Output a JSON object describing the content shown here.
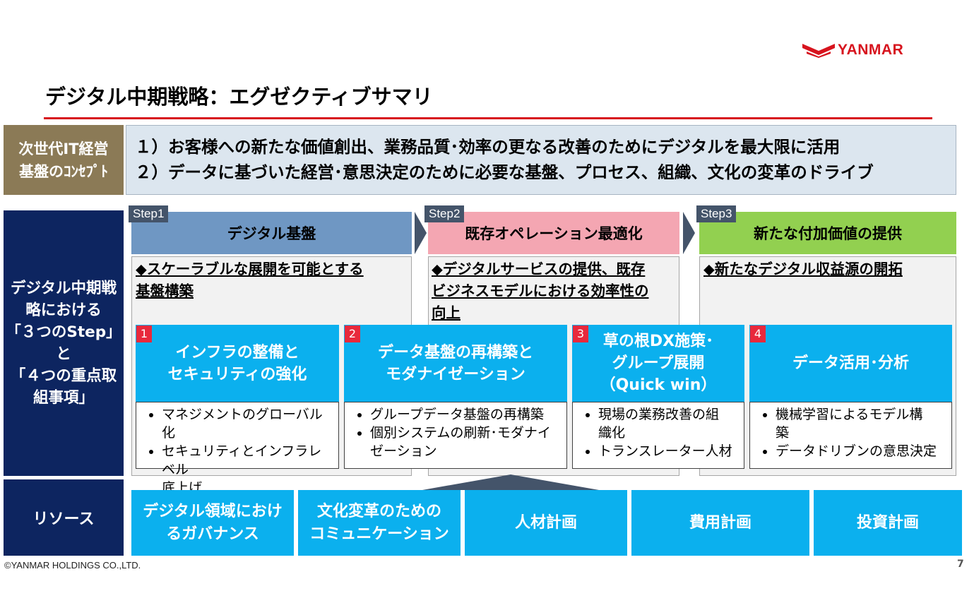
{
  "brand": {
    "logo_text": "YANMAR",
    "accent": "#d7141e"
  },
  "title": "デジタル中期戦略：エグゼクティブサマリ",
  "concept": {
    "label_lines": [
      "次世代IT経営",
      "基盤のｺﾝｾﾌﾟﾄ"
    ],
    "lines": [
      "１）お客様への新たな価値創出、業務品質･効率の更なる改善のためにデジタルを最大限に活用",
      "２）データに基づいた経営･意思決定のために必要な基盤、プロセス、組織、文化の変革のドライブ"
    ]
  },
  "strategy_label_lines": [
    "デジタル中期戦",
    "略における",
    "「３つのStep」",
    "と",
    "「４つの重点取",
    "組事項」"
  ],
  "steps": [
    {
      "tag": "Step1",
      "name": "デジタル基盤",
      "color": "#6f97c3",
      "goal_lines": [
        "◆スケーラブルな展開を可能とする",
        "基盤構築"
      ]
    },
    {
      "tag": "Step2",
      "name": "既存オペレーション最適化",
      "color": "#f4a6b2",
      "goal_lines": [
        "◆デジタルサービスの提供、既存",
        "ビジネスモデルにおける効率性の",
        "向上"
      ]
    },
    {
      "tag": "Step3",
      "name": "新たな付加価値の提供",
      "color": "#92d050",
      "goal_lines": [
        "◆新たなデジタル収益源の開拓"
      ]
    }
  ],
  "focus_items": [
    {
      "num": "1",
      "title_lines": [
        "インフラの整備と",
        "セキュリティの強化"
      ],
      "bullets": [
        [
          "マネジメントのグローバル化"
        ],
        [
          "セキュリティとインフラレベル",
          "底上げ"
        ]
      ]
    },
    {
      "num": "2",
      "title_lines": [
        "データ基盤の再構築と",
        "モダナイゼーション"
      ],
      "bullets": [
        [
          "グループデータ基盤の再構築"
        ],
        [
          "個別システムの刷新･モダナイ",
          "ゼーション"
        ]
      ]
    },
    {
      "num": "3",
      "title_lines": [
        "草の根DX施策･",
        "グループ展開",
        "（Quick win）"
      ],
      "bullets": [
        [
          "現場の業務改善の組",
          "織化"
        ],
        [
          "トランスレーター人材"
        ]
      ]
    },
    {
      "num": "4",
      "title_lines": [
        "データ活用･分析"
      ],
      "bullets": [
        [
          "機械学習によるモデル構",
          "築"
        ],
        [
          "データドリブンの意思決定"
        ]
      ]
    }
  ],
  "resources": {
    "label": "リソース",
    "items": [
      {
        "lines": [
          "デジタル領域におけ",
          "るガバナンス"
        ]
      },
      {
        "lines": [
          "文化変革のための",
          "コミュニケーション"
        ]
      },
      {
        "lines": [
          "人材計画"
        ]
      },
      {
        "lines": [
          "費用計画"
        ]
      },
      {
        "lines": [
          "投資計画"
        ]
      }
    ]
  },
  "footer": {
    "copyright": "©YANMAR HOLDINGS CO.,LTD.",
    "page": "7"
  },
  "colors": {
    "navy": "#0d2560",
    "cyan": "#0bb0ee",
    "concept_tan": "#8b7a56",
    "number_red": "#e8293c",
    "tag_gray": "#44546a"
  }
}
